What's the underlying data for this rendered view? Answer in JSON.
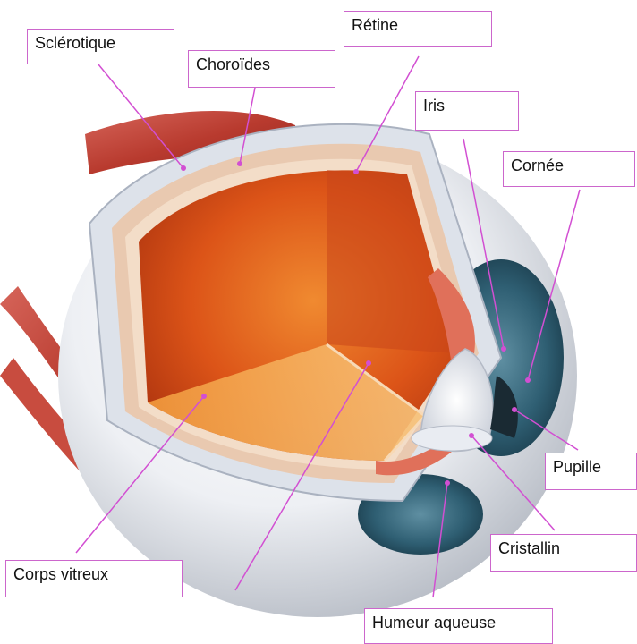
{
  "labels": {
    "sclerotique": "Sclérotique",
    "choroides": "Choroïdes",
    "retine": "Rétine",
    "iris": "Iris",
    "cornee": "Cornée",
    "pupille": "Pupille",
    "cristallin": "Cristallin",
    "humeur_aqueuse": "Humeur aqueuse",
    "corps_vitreux": "Corps vitreux"
  },
  "colors": {
    "leader_line": "#d24fd2",
    "label_border": "#cc66cc",
    "muscle": "#c0463a",
    "vitreous": "#e2601e",
    "iris": "#2e5a6e",
    "sclera": "#e3e7ee"
  }
}
